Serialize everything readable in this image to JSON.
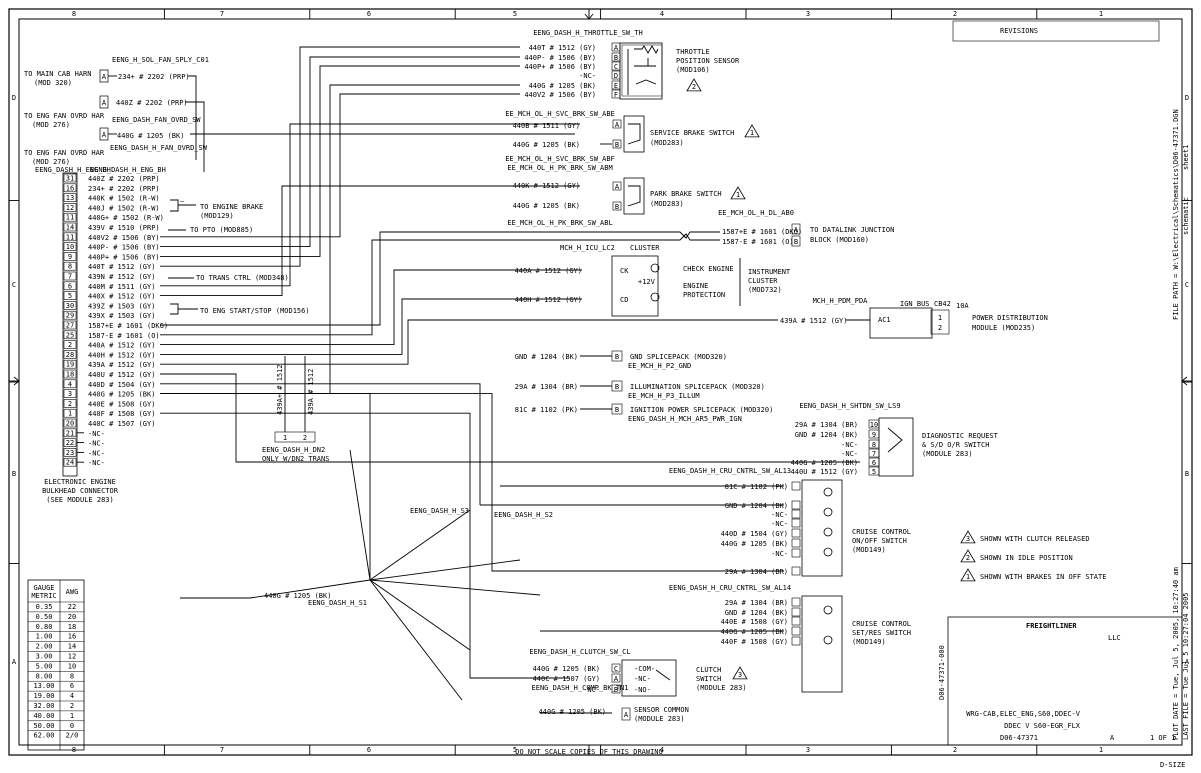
{
  "border": {
    "columns": [
      "8",
      "7",
      "6",
      "5",
      "4",
      "3",
      "2",
      "1"
    ],
    "rows": [
      "D",
      "C",
      "B",
      "A"
    ],
    "size_label": "D-SIZE",
    "no_scale_note": "DO NOT SCALE COPIES OF THIS DRAWING"
  },
  "bulkhead": {
    "title_lines": [
      "ELECTRONIC ENGINE",
      "BULKHEAD CONNECTOR",
      "(SEE MODULE 283)"
    ],
    "connector": "EENG_DASH_H_ENG_BH",
    "pins": [
      {
        "pin": "31",
        "wire": "440Z # 2202 (PRP)"
      },
      {
        "pin": "16",
        "wire": "234+ # 2202 (PRP)"
      },
      {
        "pin": "13",
        "wire": "440K # 1502 (R-W)"
      },
      {
        "pin": "12",
        "wire": "440J # 1502 (R-W)"
      },
      {
        "pin": "11",
        "wire": "440G+ # 1502 (R-W)"
      },
      {
        "pin": "14",
        "wire": "439V # 1510 (PRP)"
      },
      {
        "pin": "11",
        "wire": "440V2 # 1506 (BY)"
      },
      {
        "pin": "10",
        "wire": "440P- # 1506 (BY)"
      },
      {
        "pin": "9",
        "wire": "440P+ # 1506 (BY)"
      },
      {
        "pin": "8",
        "wire": "440T # 1512 (GY)"
      },
      {
        "pin": "7",
        "wire": "439N # 1512 (GY)"
      },
      {
        "pin": "6",
        "wire": "440M # 1511 (GY)"
      },
      {
        "pin": "5",
        "wire": "440X # 1512 (GY)"
      },
      {
        "pin": "30",
        "wire": "439Z # 1503 (GY)"
      },
      {
        "pin": "29",
        "wire": "439X # 1503 (GY)"
      },
      {
        "pin": "27",
        "wire": "1587+E # 1601 (DKG)"
      },
      {
        "pin": "25",
        "wire": "1587-E # 1601 (O)"
      },
      {
        "pin": "2",
        "wire": "440A # 1512 (GY)"
      },
      {
        "pin": "28",
        "wire": "440H # 1512 (GY)"
      },
      {
        "pin": "19",
        "wire": "439A # 1512 (GY)"
      },
      {
        "pin": "18",
        "wire": "440U # 1512 (GY)"
      },
      {
        "pin": "4",
        "wire": "440D # 1504 (GY)"
      },
      {
        "pin": "3",
        "wire": "440G # 1205 (BK)"
      },
      {
        "pin": "2",
        "wire": "440E # 1508 (GY)"
      },
      {
        "pin": "1",
        "wire": "440F # 1508 (GY)"
      },
      {
        "pin": "20",
        "wire": "440C # 1507 (GY)"
      },
      {
        "pin": "21",
        "wire": "-NC-"
      },
      {
        "pin": "22",
        "wire": "-NC-"
      },
      {
        "pin": "23",
        "wire": "-NC-"
      },
      {
        "pin": "24",
        "wire": "-NC-"
      }
    ],
    "notes": [
      "TO MAIN CAB HARN (MOD 320)",
      "TO ENG FAN OVRD HAR (MOD 276)",
      "TO ENG FAN OVRD HAR (MOD 276)",
      "TO ENGINE BRAKE (MOD129)",
      "TO PTO (MOD885)",
      "TO TRANS CTRL (MOD348)",
      "TO ENG START/STOP (MOD156)"
    ]
  },
  "fan": {
    "sol_fan_sply": "EENG_H_SOL_FAN_SPLY_C01",
    "wire1": "234+ # 2202 (PRP)",
    "wire2": "440Z # 2202 (PRP)",
    "ovrd_sw": "EENG_DASH_FAN_OVRD_SW",
    "wire3": "440G # 1205 (BK)",
    "ovrd_sw2": "EENG_DASH_H_FAN_OVRD_SW"
  },
  "throttle": {
    "connector": "EENG_DASH_H_THROTTLE_SW_TH",
    "wires": [
      "440T # 1512 (GY)",
      "440P- # 1506 (BY)",
      "440P+ # 1506 (BY)",
      "-NC-",
      "440G # 1205 (BK)",
      "440V2 # 1506 (BY)"
    ],
    "pins": [
      "A",
      "B",
      "C",
      "D",
      "E",
      "F"
    ],
    "label": [
      "THROTTLE",
      "POSITION SENSOR",
      "(MOD106)"
    ],
    "note": "2"
  },
  "svc_brake": {
    "connector": "EE_MCH_OL_H_SVC_BRK_SW_ABE",
    "wires": [
      "440B # 1511 (GY)",
      "440G # 1205 (BK)"
    ],
    "label": [
      "SERVICE BRAKE SWITCH",
      "(MOD283)"
    ],
    "note": "1"
  },
  "park_brake": {
    "connectors": [
      "EE_MCH_OL_H_SVC_BRK_SW_ABF",
      "EE_MCH_OL_H_PK_BRK_SW_ABM"
    ],
    "wires": [
      "440K # 1512 (GY)",
      "440G # 1205 (BK)"
    ],
    "label": [
      "PARK BRAKE SWITCH",
      "(MOD283)"
    ],
    "note": "1",
    "connector2": "EE_MCH_OL_H_PK_BRK_SW_ABL"
  },
  "datalink": {
    "connector": "EE_MCH_OL_H_DL_AB0",
    "wires": [
      "1587+E # 1601 (DKG)",
      "1587-E # 1601 (O)"
    ],
    "pins": [
      "A",
      "B"
    ],
    "label": [
      "TO DATALINK JUNCTION",
      "BLOCK (MOD160)"
    ]
  },
  "cluster": {
    "connector": "MCH_H_ICU_LC2",
    "title": "CLUSTER",
    "wires": [
      "440A # 1512 (GY)",
      "440H # 1512 (GY)"
    ],
    "lamps": [
      "CHECK ENGINE",
      "ENGINE",
      "PROTECTION"
    ],
    "volt": "+12V",
    "label": [
      "INSTRUMENT",
      "CLUSTER",
      "(MOD732)"
    ]
  },
  "pdm": {
    "connector": "MCH_H_PDM_PDA",
    "ign_bus": "IGN_BUS",
    "cb": "CB42",
    "amp": "10A",
    "pin": "AC1",
    "wire": "439A # 1512 (GY)",
    "label": [
      "POWER DISTRIBUTION",
      "MODULE (MOD235)"
    ]
  },
  "splices": [
    {
      "wire": "GND # 1204 (BK)",
      "label": "GND SPLICEPACK (MOD320)",
      "conn": "EE_MCH_H_P2_GND"
    },
    {
      "wire": "29A # 1304 (BR)",
      "label": "ILLUMINATION SPLICEPACK (MOD320)",
      "conn": "EE_MCH_H_P3_ILLUM"
    },
    {
      "wire": "81C # 1102 (PK)",
      "label": "IGNITION POWER SPLICEPACK (MOD320)",
      "conn": "EENG_DASH_H_MCH_AR5_PWR_IGN"
    }
  ],
  "dn2": {
    "wires": [
      "439A+ # 1512",
      "439A # 1512"
    ],
    "conn": "EENG_DASH_H_DN2",
    "note": "ONLY W/DN2 TRANS"
  },
  "shtdn": {
    "connector": "EENG_DASH_H_SHTDN_SW_LS9",
    "wires": [
      "29A # 1304 (BR)",
      "GND # 1204 (BK)",
      "-NC-",
      "-NC-",
      "440G # 1205 (BK)",
      "440U # 1512 (GY)"
    ],
    "label": [
      "DIAGNOSTIC REQUEST",
      "& S/D O/R SWITCH",
      "(MODULE 283)"
    ]
  },
  "cruise_onoff": {
    "connector": "EENG_DASH_H_CRU_CNTRL_SW_AL13",
    "wires": [
      "81C # 1102 (PK)",
      "GND # 1204 (BK)",
      "-NC-",
      "-NC-",
      "440D # 1504 (GY)",
      "440G # 1205 (BK)",
      "-NC-",
      "29A # 1304 (BR)"
    ],
    "label": [
      "CRUISE CONTROL",
      "ON/OFF SWITCH",
      "(MOD149)"
    ]
  },
  "cruise_setres": {
    "connector": "EENG_DASH_H_CRU_CNTRL_SW_AL14",
    "wires": [
      "29A # 1304 (BR)",
      "GND # 1204 (BK)",
      "440E # 1508 (GY)",
      "440G # 1205 (BK)",
      "440F # 1508 (GY)"
    ],
    "label": [
      "CRUISE CONTROL",
      "SET/RES SWITCH",
      "(MOD149)"
    ]
  },
  "clutch": {
    "connector": "EENG_DASH_H_CLUTCH_SW_CL",
    "wires": [
      "440G # 1205 (BK)",
      "440C # 1507 (GY)",
      "-NC-"
    ],
    "contacts": [
      "COM",
      "NC",
      "NO"
    ],
    "label": [
      "CLUTCH",
      "SWITCH",
      "(MODULE 283)"
    ],
    "note": "3"
  },
  "comp": {
    "connector": "EENG_DASH_H_COMP_BK_TN1",
    "wire": "440G # 1205 (BK)",
    "label": [
      "SENSOR COMMON",
      "(MODULE 283)"
    ]
  },
  "ground_bus": {
    "s1": "EENG_DASH_H_S1",
    "s2": "EENG_DASH_H_S2",
    "s3": "EENG_DASH_H_S3",
    "wire": "440G # 1205 (BK)"
  },
  "legend": [
    {
      "num": "3",
      "text": "SHOWN WITH CLUTCH RELEASED"
    },
    {
      "num": "2",
      "text": "SHOWN IN IDLE POSITION"
    },
    {
      "num": "1",
      "text": "SHOWN WITH BRAKES IN OFF STATE"
    }
  ],
  "gauge_table": {
    "headers": [
      "GAUGE METRIC",
      "AWG"
    ],
    "rows": [
      [
        "0.35",
        "22"
      ],
      [
        "0.50",
        "20"
      ],
      [
        "0.80",
        "18"
      ],
      [
        "1.00",
        "16"
      ],
      [
        "2.00",
        "14"
      ],
      [
        "3.00",
        "12"
      ],
      [
        "5.00",
        "10"
      ],
      [
        "8.00",
        "8"
      ],
      [
        "13.00",
        "6"
      ],
      [
        "19.00",
        "4"
      ],
      [
        "32.00",
        "2"
      ],
      [
        "40.00",
        "1"
      ],
      [
        "50.00",
        "0"
      ],
      [
        "62.00",
        "2/0"
      ]
    ]
  },
  "title_block": {
    "company": "FREIGHTLINER",
    "company_sub": "LLC",
    "drawing_no": "D06-47371",
    "title1": "WRG-CAB,ELEC_ENG,S60,DDEC-V",
    "title2": "DDEC V S60-EGR_FLX",
    "sheet": "1 OF 1",
    "rev": "A",
    "side_text": "D06-47371-000",
    "plot_date": "PLOT DATE = Tue, Jul 5, 2005, 10:27:40 am",
    "file_path": "FILE PATH = W:\\Electrical\\Schematics\\D06-47371.DGN",
    "last_file": "LAST FILE = Tue Jul 5 10:27:04 2005",
    "sheet_label": "sheet1",
    "schematic_label": "schematic"
  }
}
